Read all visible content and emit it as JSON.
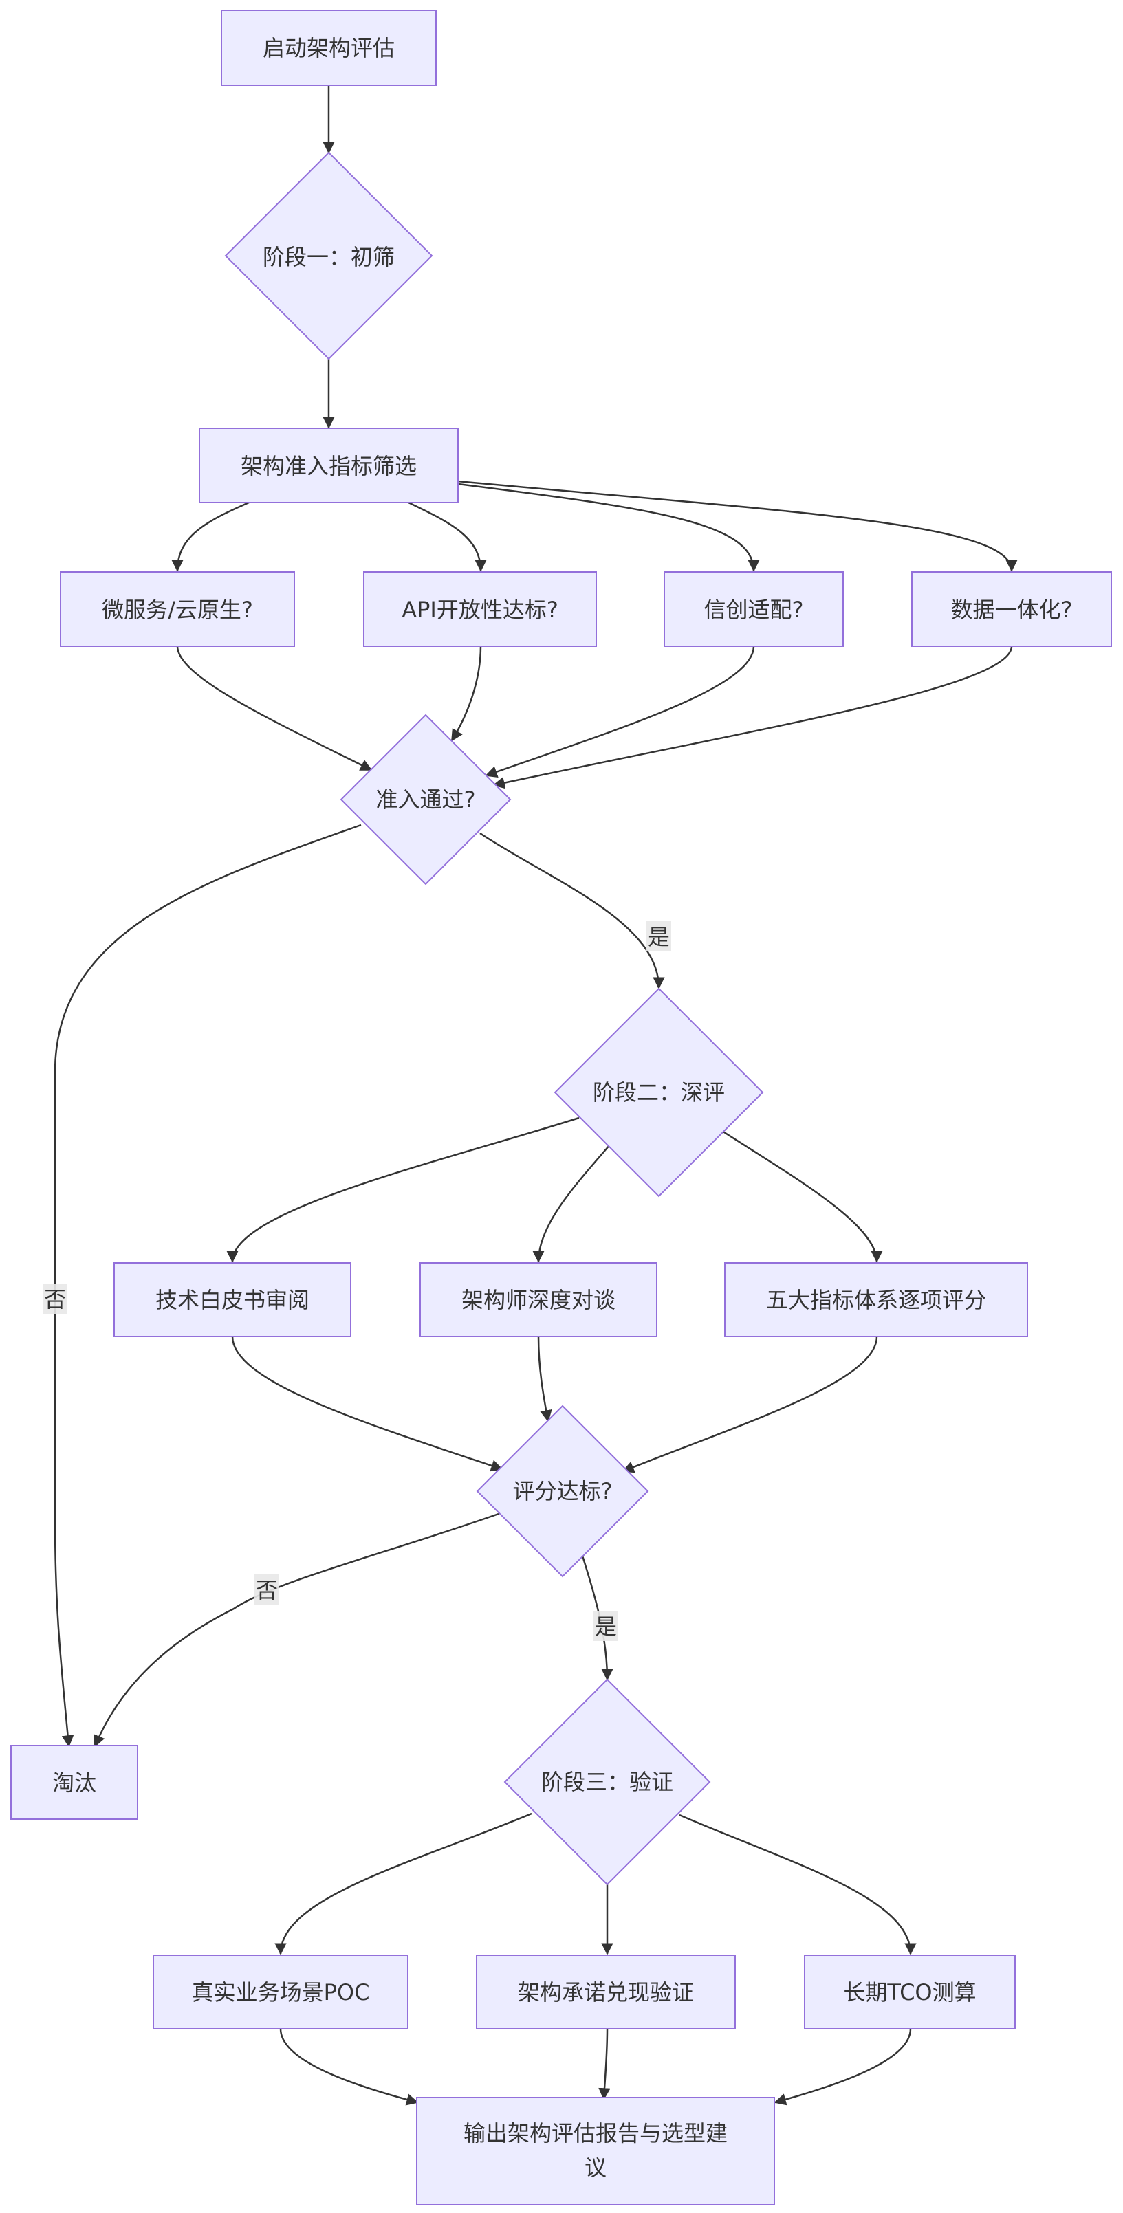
{
  "nodes": {
    "start": "启动架构评估",
    "stage1": "阶段一：初筛",
    "screen": "架构准入指标筛选",
    "micro": "微服务/云原生?",
    "api": "API开放性达标?",
    "xinchuang": "信创适配?",
    "data": "数据一体化?",
    "pass": "准入通过?",
    "stage2": "阶段二：深评",
    "whitepaper": "技术白皮书审阅",
    "talk": "架构师深度对谈",
    "score5": "五大指标体系逐项评分",
    "scoreok": "评分达标?",
    "eliminate": "淘汰",
    "stage3": "阶段三：验证",
    "poc": "真实业务场景POC",
    "promise": "架构承诺兑现验证",
    "tco": "长期TCO测算",
    "report_line1": "输出架构评估报告与选型建",
    "report_line2": "议"
  },
  "edge_labels": {
    "pass_yes": "是",
    "pass_no": "否",
    "score_yes": "是",
    "score_no": "否"
  },
  "colors": {
    "node_fill": "#ECECFF",
    "node_stroke": "#9370DB",
    "edge": "#333333",
    "text": "#333333"
  }
}
